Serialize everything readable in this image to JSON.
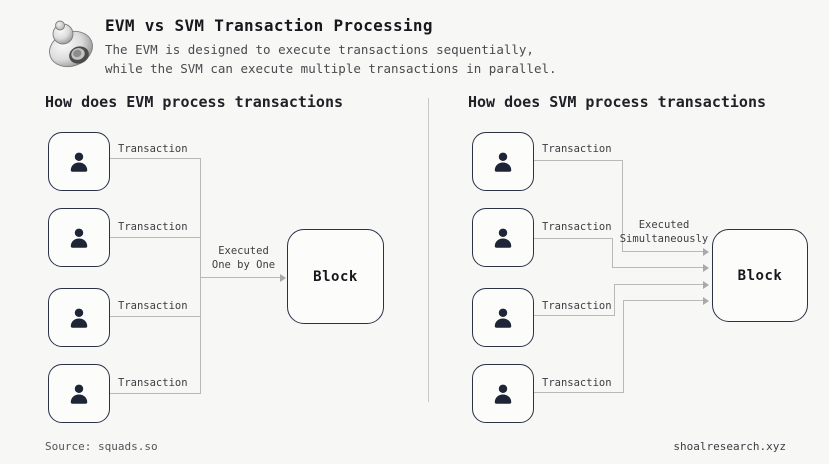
{
  "header": {
    "logo_icon": "snail-shell",
    "title": "EVM vs SVM Transaction Processing",
    "subtitle_line1": "The EVM is designed to execute transactions sequentially,",
    "subtitle_line2": "while the SVM can execute multiple transactions in parallel."
  },
  "left_panel": {
    "heading": "How does EVM process transactions",
    "transactions": [
      "Transaction",
      "Transaction",
      "Transaction",
      "Transaction"
    ],
    "execution_label": {
      "line1": "Executed",
      "line2": "One by One"
    },
    "block_label": "Block"
  },
  "right_panel": {
    "heading": "How does SVM process transactions",
    "transactions": [
      "Transaction",
      "Transaction",
      "Transaction",
      "Transaction"
    ],
    "execution_label": {
      "line1": "Executed",
      "line2": "Simultaneously"
    },
    "block_label": "Block"
  },
  "footer": {
    "source": "Source: squads.so",
    "site": "shoalresearch.xyz"
  },
  "colors": {
    "background": "#f7f7f6",
    "box_border": "#2b3246",
    "person_icon": "#1e2536",
    "connector_line": "#b9b9b9",
    "title_text": "#17181c",
    "muted_text": "#4a4b4e"
  }
}
